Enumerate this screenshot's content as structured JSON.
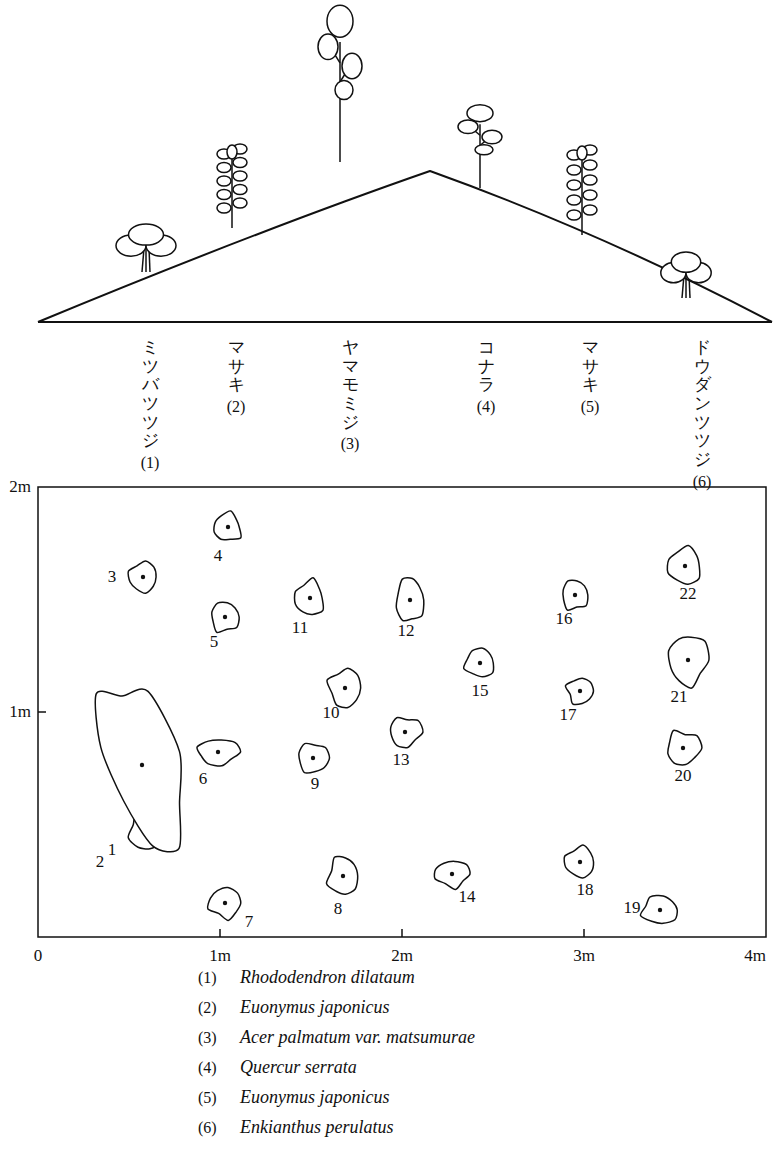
{
  "diagram": {
    "labels": [
      "ミツバツツジ",
      "(1)",
      "マサキ",
      "(2)",
      "ヤマモミジ",
      "(3)",
      "コナラ",
      "(4)",
      "マサキ",
      "(5)",
      "ドウダンツツジ",
      "(6)",
      "2m",
      "1m",
      "0",
      "1m",
      "2m",
      "3m",
      "4m",
      "1",
      "2",
      "3",
      "4",
      "5",
      "6",
      "7",
      "8",
      "9",
      "10",
      "11",
      "12",
      "13",
      "14",
      "15",
      "16",
      "17",
      "18",
      "19",
      "20",
      "21",
      "22",
      "(1)",
      "Rhododendron dilataum",
      "(2)",
      "Euonymus japonicus",
      "(3)",
      "Acer palmatum var. matsumurae",
      "(4)",
      "Quercur serrata",
      "(5)",
      "Euonymus japonicus",
      "(6)",
      "Enkianthus perulatus"
    ]
  }
}
